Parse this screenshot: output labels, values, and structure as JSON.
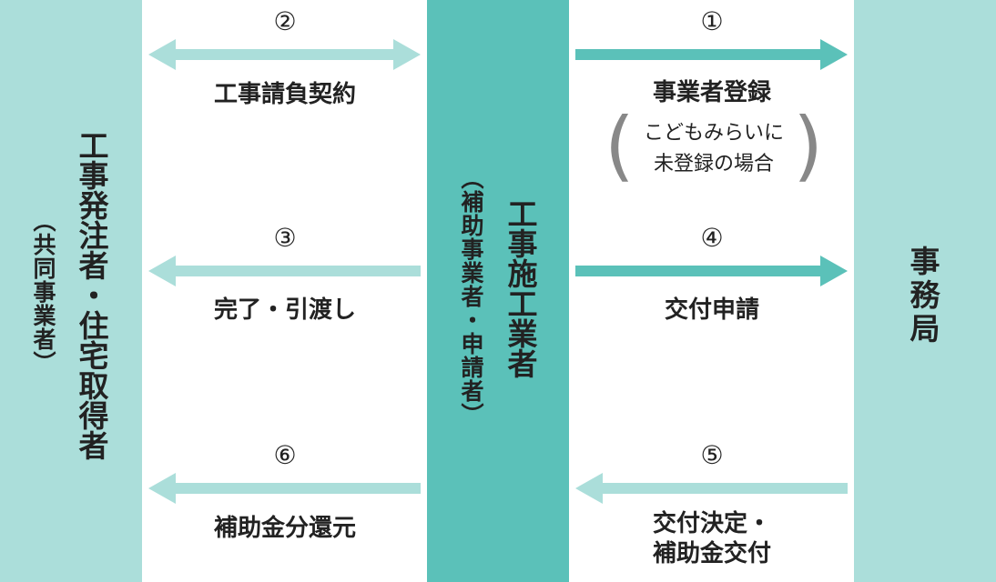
{
  "parties": {
    "left": {
      "title": "工事発注者・住宅取得者",
      "subtitle": "（共同事業者）"
    },
    "middle": {
      "title": "工事施工業者",
      "subtitle": "（補助事業者・申請者）"
    },
    "right": {
      "title": "事務局"
    }
  },
  "steps": [
    {
      "number": "②",
      "label": "工事請負契約",
      "direction": "both",
      "side": "left",
      "row": 0
    },
    {
      "number": "①",
      "label": "事業者登録",
      "direction": "right",
      "side": "right",
      "row": 0
    },
    {
      "number": "③",
      "label": "完了・引渡し",
      "direction": "left",
      "side": "left",
      "row": 1
    },
    {
      "number": "④",
      "label": "交付申請",
      "direction": "right",
      "side": "right",
      "row": 1
    },
    {
      "number": "⑥",
      "label": "補助金分還元",
      "direction": "left",
      "side": "left",
      "row": 2
    },
    {
      "number": "⑤",
      "label": "交付決定・",
      "label2": "補助金交付",
      "direction": "left",
      "side": "right",
      "row": 2
    }
  ],
  "note": {
    "line1": "こどもみらいに",
    "line2": "未登録の場合"
  },
  "colors": {
    "light": "#abdeda",
    "dark": "#5bc1b9",
    "text": "#222222"
  }
}
